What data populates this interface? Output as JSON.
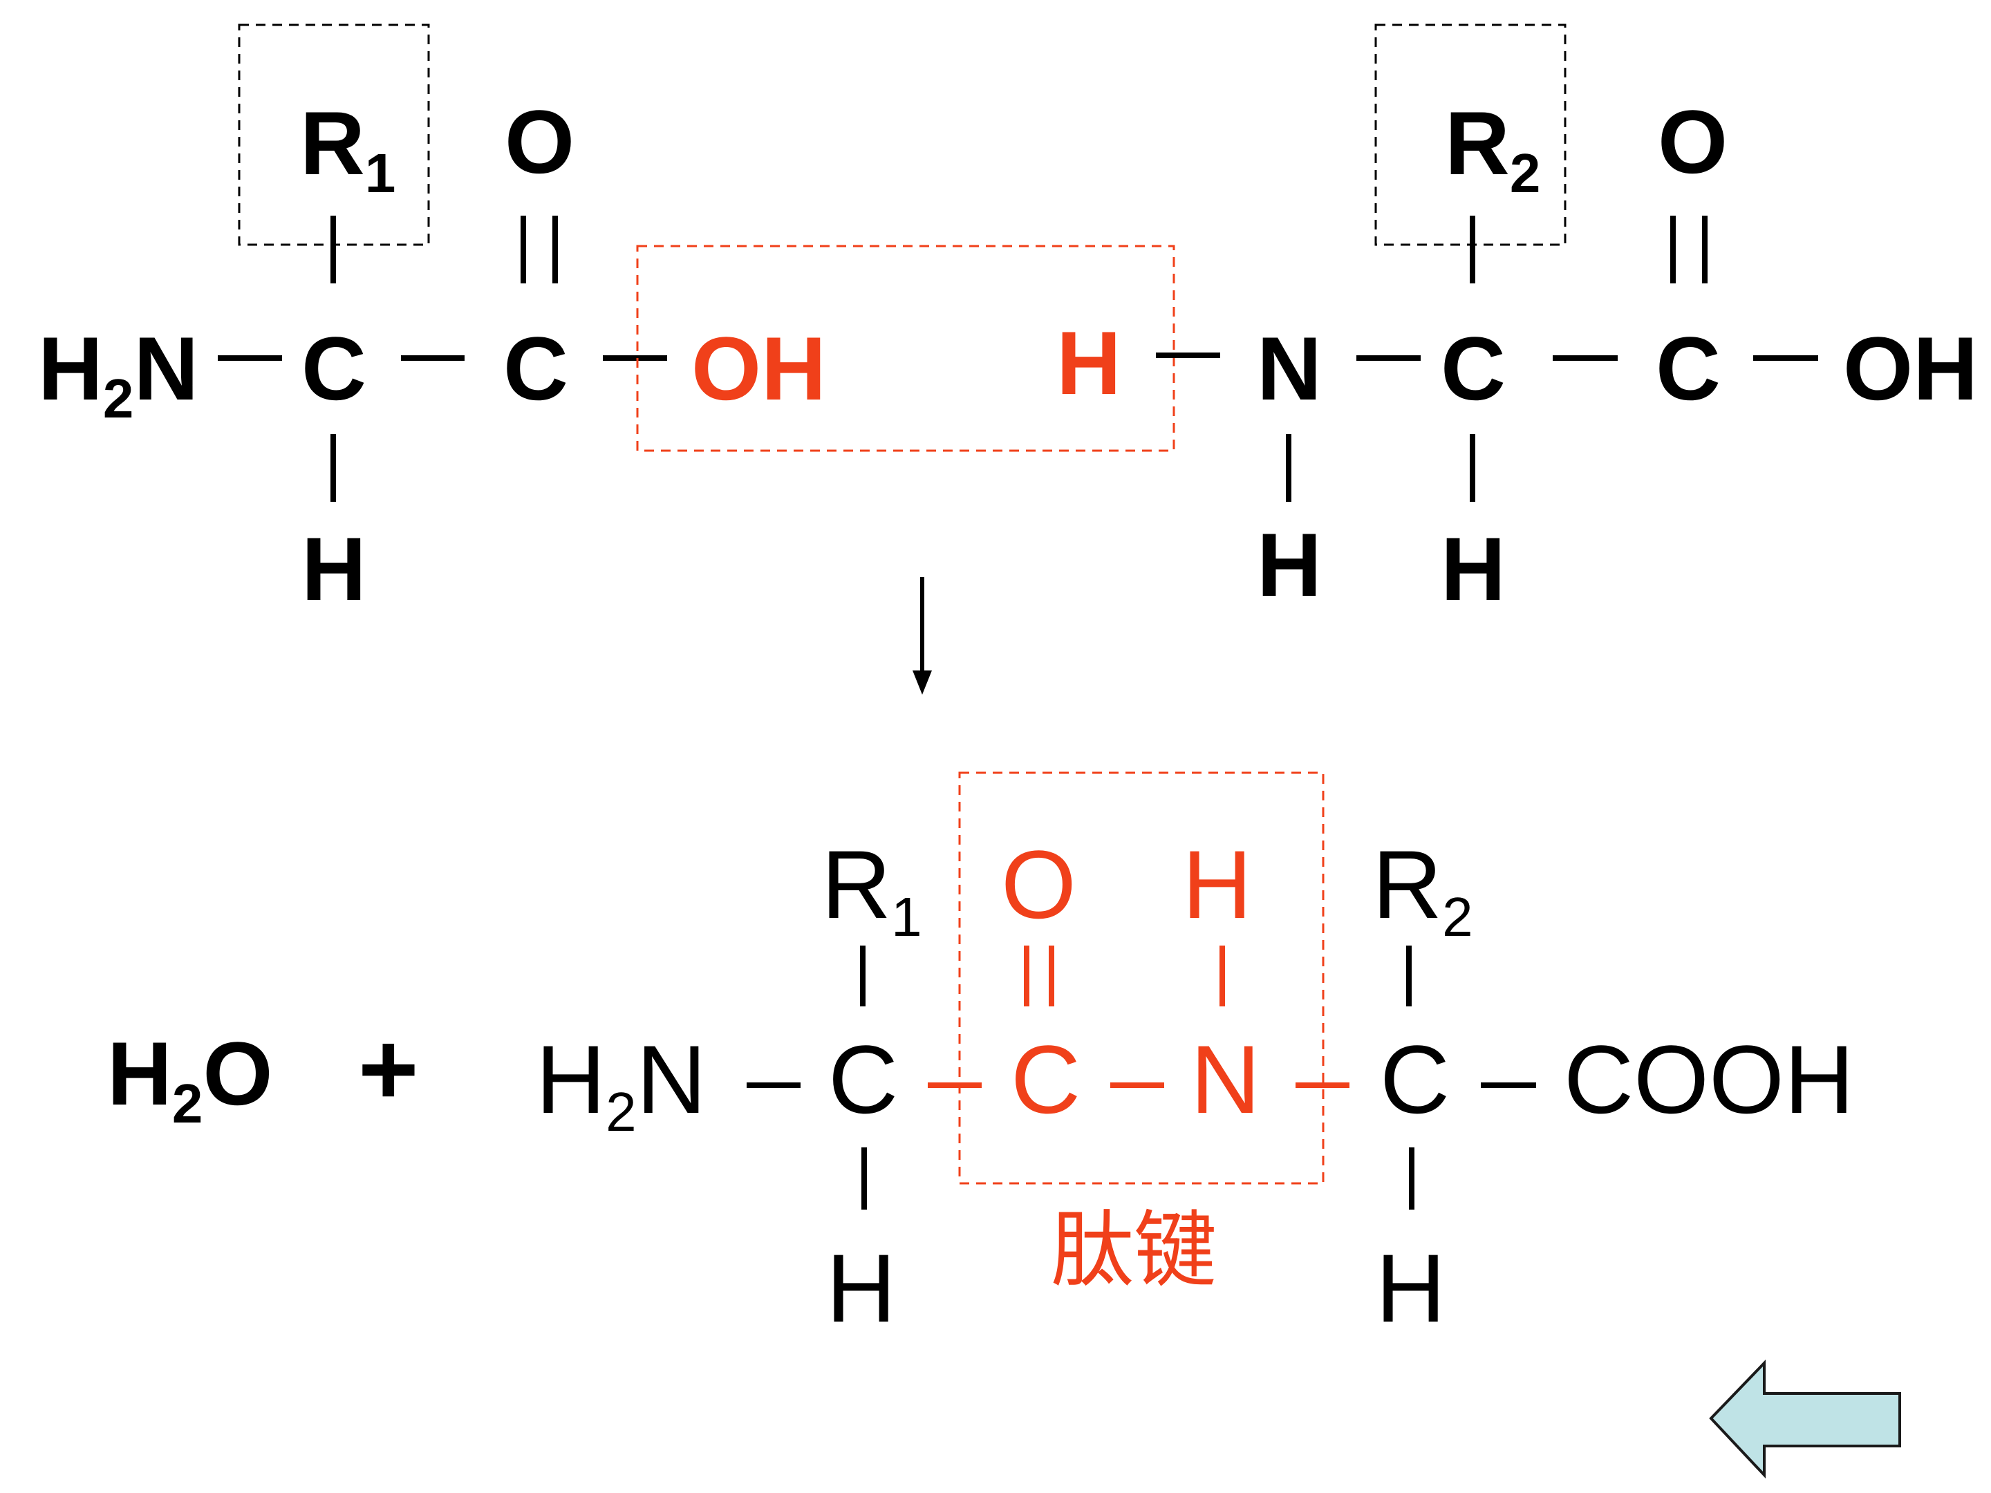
{
  "colors": {
    "black": "#000000",
    "accent": "#f0401a",
    "arrow_fill": "#bfe3e6",
    "arrow_stroke": "#1a1a1a"
  },
  "reactants": {
    "aa1": {
      "r": "R",
      "r_sub": "1",
      "o": "O",
      "h2n_h": "H",
      "h2n_sub": "2",
      "h2n_n": "N",
      "c_alpha": "C",
      "c_carbonyl": "C",
      "oh": "OH",
      "h_bottom": "H"
    },
    "aa2": {
      "h_left": "H",
      "n": "N",
      "c_alpha": "C",
      "c_carbonyl": "C",
      "oh": "OH",
      "r": "R",
      "r_sub": "2",
      "o": "O",
      "h_under_n": "H",
      "h_under_c": "H"
    }
  },
  "products": {
    "water": {
      "h": "H",
      "sub": "2",
      "o": "O"
    },
    "plus": "+",
    "dipeptide": {
      "r1": "R",
      "r1_sub": "1",
      "o": "O",
      "h_top": "H",
      "r2": "R",
      "r2_sub": "2",
      "h2n_h": "H",
      "h2n_sub": "2",
      "h2n_n": "N",
      "c1": "C",
      "c_peptide": "C",
      "n_peptide": "N",
      "c2": "C",
      "cooh": "COOH",
      "h_bottom_left": "H",
      "h_bottom_right": "H"
    },
    "bond_label": "肽键"
  },
  "icons": {
    "back_arrow": "left-arrow-icon"
  }
}
